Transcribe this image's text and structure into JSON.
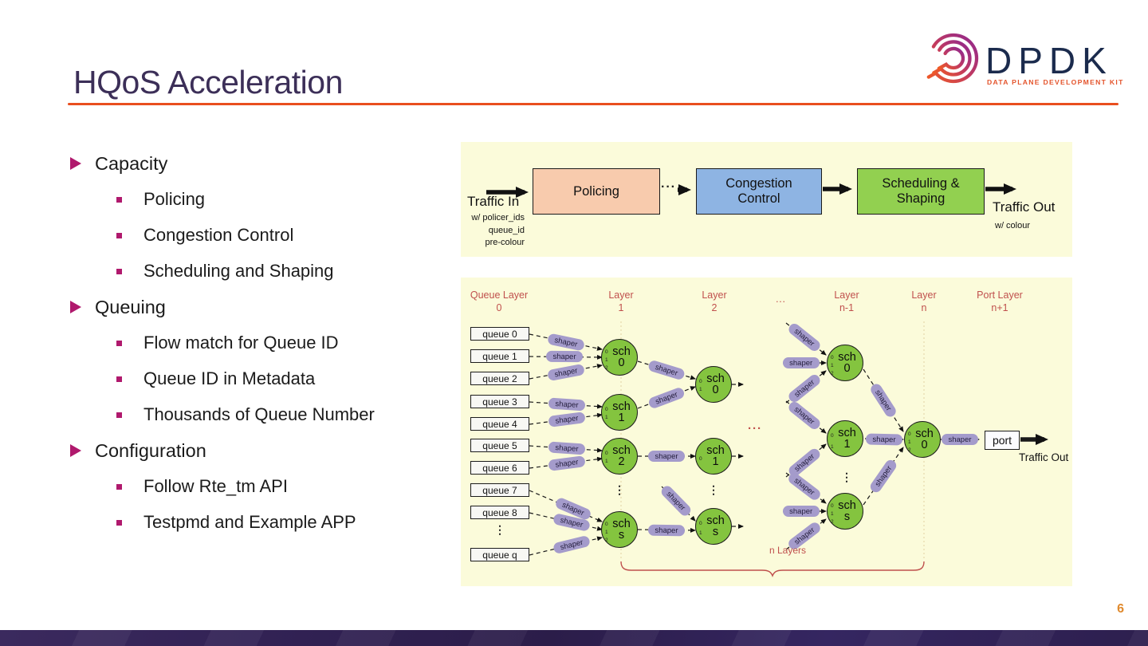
{
  "slide": {
    "title": "HQoS Acceleration",
    "page_number": "6"
  },
  "logo": {
    "name": "DPDK",
    "tagline": "DATA PLANE DEVELOPMENT KIT"
  },
  "bullets": [
    {
      "label": "Capacity",
      "level": 1
    },
    {
      "label": "Policing",
      "level": 2
    },
    {
      "label": "Congestion Control",
      "level": 2
    },
    {
      "label": "Scheduling and Shaping",
      "level": 2
    },
    {
      "label": "Queuing",
      "level": 1
    },
    {
      "label": "Flow match for Queue ID",
      "level": 2
    },
    {
      "label": "Queue ID in Metadata",
      "level": 2
    },
    {
      "label": "Thousands of Queue Number",
      "level": 2
    },
    {
      "label": "Configuration",
      "level": 1
    },
    {
      "label": "Follow Rte_tm API",
      "level": 2
    },
    {
      "label": "Testpmd and Example APP",
      "level": 2
    }
  ],
  "pipeline": {
    "traffic_in": "Traffic In",
    "traffic_in_notes": [
      "w/ policer_ids",
      "queue_id",
      "pre-colour"
    ],
    "ellipsis": "···",
    "stages": [
      {
        "label": "Policing",
        "color": "#f8cbad"
      },
      {
        "label": "Congestion Control",
        "color": "#8eb4e3"
      },
      {
        "label": "Scheduling & Shaping",
        "color": "#92d050"
      }
    ],
    "traffic_out": "Traffic Out",
    "traffic_out_note": "w/ colour"
  },
  "hierarchy": {
    "headers": [
      {
        "line1": "Queue Layer",
        "line2": "0"
      },
      {
        "line1": "Layer",
        "line2": "1"
      },
      {
        "line1": "Layer",
        "line2": "2"
      },
      {
        "line1": "···",
        "line2": ""
      },
      {
        "line1": "Layer",
        "line2": "n-1"
      },
      {
        "line1": "Layer",
        "line2": "n"
      },
      {
        "line1": "Port Layer",
        "line2": "n+1"
      }
    ],
    "queues": [
      "queue 0",
      "queue 1",
      "queue 2",
      "queue 3",
      "queue 4",
      "queue 5",
      "queue 6",
      "queue 7",
      "queue 8",
      "queue q"
    ],
    "sched_word": "sch",
    "layer1_ids": [
      "0",
      "1",
      "2",
      "s"
    ],
    "layer2_ids": [
      "0",
      "1",
      "s"
    ],
    "layer_n1_ids": [
      "0",
      "1",
      "s"
    ],
    "layer_n_ids": [
      "0"
    ],
    "priority_labels": [
      "0",
      "1",
      "2"
    ],
    "shaper": "shaper",
    "port": "port",
    "traffic_out": "Traffic Out",
    "n_layers": "n Layers",
    "h_ellipsis": "···",
    "v_ellipsis": "⋮"
  },
  "colors": {
    "accent_orange": "#e94e1f",
    "title_purple": "#3c2f58",
    "bullet_magenta": "#b0196d",
    "panel_yellow": "#fbfbda",
    "node_green": "#84c43f",
    "shaper_lavender": "#a49bcb",
    "layer_label_red": "#c0504d",
    "page_number_orange": "#e08a2e"
  }
}
